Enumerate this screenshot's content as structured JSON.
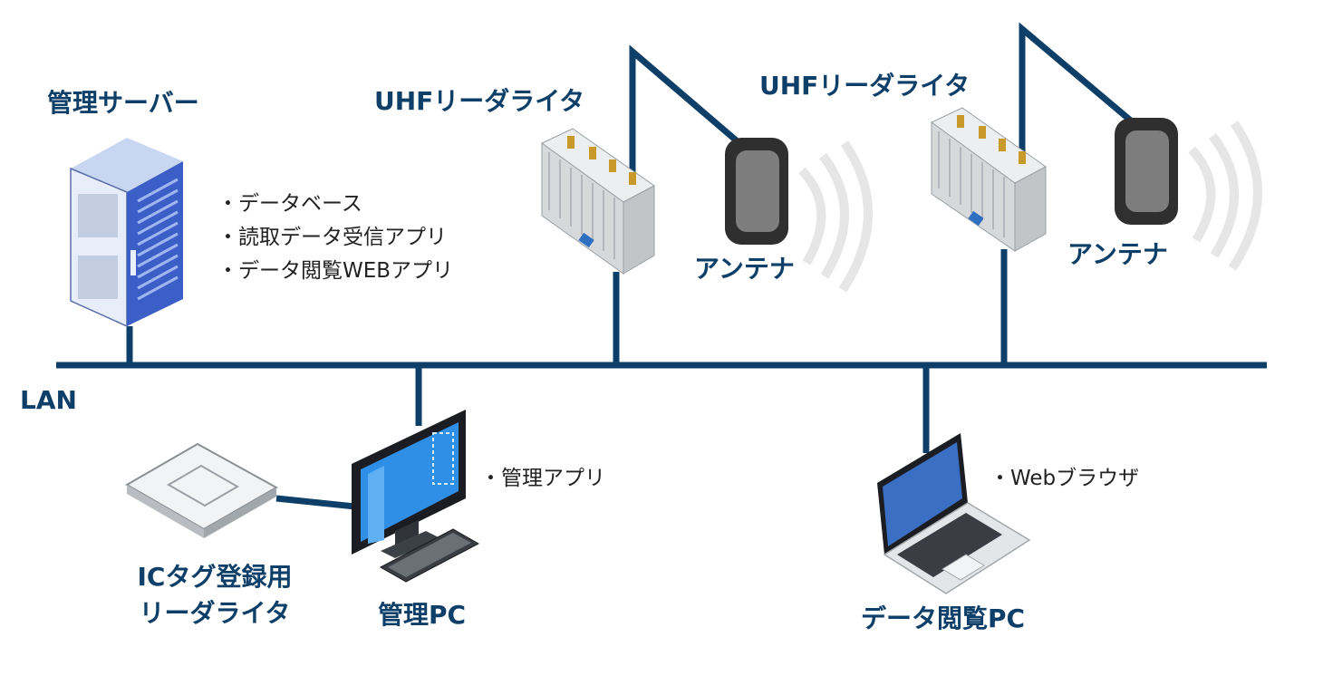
{
  "labels": {
    "server": "管理サーバー",
    "uhf_reader_1": "UHFリーダライタ",
    "uhf_reader_2": "UHFリーダライタ",
    "antenna_1": "アンテナ",
    "antenna_2": "アンテナ",
    "lan": "LAN",
    "ic_reader_line1": "ICタグ登録用",
    "ic_reader_line2": "リーダライタ",
    "admin_pc": "管理PC",
    "viewer_pc": "データ閲覧PC"
  },
  "server_notes": [
    "データベース",
    "読取データ受信アプリ",
    "データ閲覧WEBアプリ"
  ],
  "admin_pc_notes": [
    "管理アプリ"
  ],
  "viewer_pc_notes": [
    "Webブラウザ"
  ],
  "colors": {
    "network_line": "#0e3f68",
    "label_text": "#0e3f68",
    "note_text": "#222222",
    "server_body": "#3b5ec7",
    "screen_blue": "#2f8fe6",
    "laptop_screen": "#3b6fc4",
    "device_gray": "#d6d8da",
    "antenna_dark": "#3a3a3a",
    "wave_gray": "#e6e6e6"
  },
  "icons": [
    "server-rack-icon",
    "uhf-reader-icon",
    "antenna-icon",
    "desktop-pc-icon",
    "laptop-icon",
    "ic-tag-reader-icon"
  ]
}
